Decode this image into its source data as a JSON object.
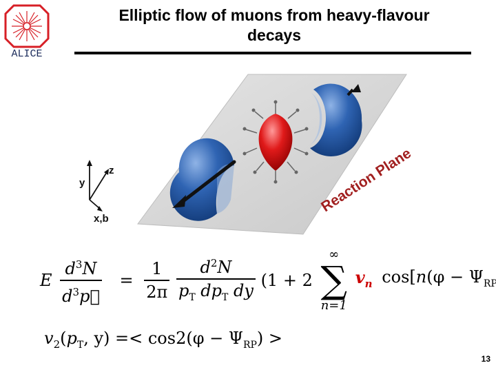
{
  "logo": {
    "text": "ALICE",
    "ring_color": "#d71f26"
  },
  "title": {
    "line1": "Elliptic flow of muons from heavy-flavour",
    "line2": "decays"
  },
  "figure": {
    "plane_label": "Reaction Plane",
    "axis_y": "y",
    "axis_z": "z",
    "axis_xb": "x,b",
    "colors": {
      "nucleus": "#2a5fa8",
      "overlap": "#d81818",
      "plane": "#d6d6d6"
    }
  },
  "equation1": {
    "E": "E",
    "lhs_num_d": "d",
    "lhs_num_exp": "3",
    "lhs_num_N": "N",
    "lhs_den_d": "d",
    "lhs_den_exp": "3",
    "lhs_den_p": "p⃗",
    "equals": "=",
    "frac2_num": "1",
    "frac2_den": "2π",
    "frac3_num_d": "d",
    "frac3_num_exp": "2",
    "frac3_num_N": "N",
    "frac3_den": "p",
    "frac3_den_sub": "T",
    "frac3_den_rest": " dp",
    "frac3_den_sub2": "T",
    "frac3_den_end": " dy",
    "paren_open": "(1 + 2",
    "sum_upper": "∞",
    "sum_symbol": "∑",
    "sum_lower": "n=1",
    "vn": "v",
    "vn_sub": "n",
    "cos_part": "cos[",
    "n_var": "n",
    "inner": "(φ − Ψ",
    "rp_sub": "RP",
    "closing": ")])"
  },
  "equation2": {
    "v": "v",
    "sub": "2",
    "args_open": "(",
    "p": "p",
    "p_sub": "T",
    "args_rest": ", y)",
    "eq": " =< cos2(φ − Ψ",
    "rp_sub": "RP",
    "end": ") >"
  },
  "page_number": "13"
}
